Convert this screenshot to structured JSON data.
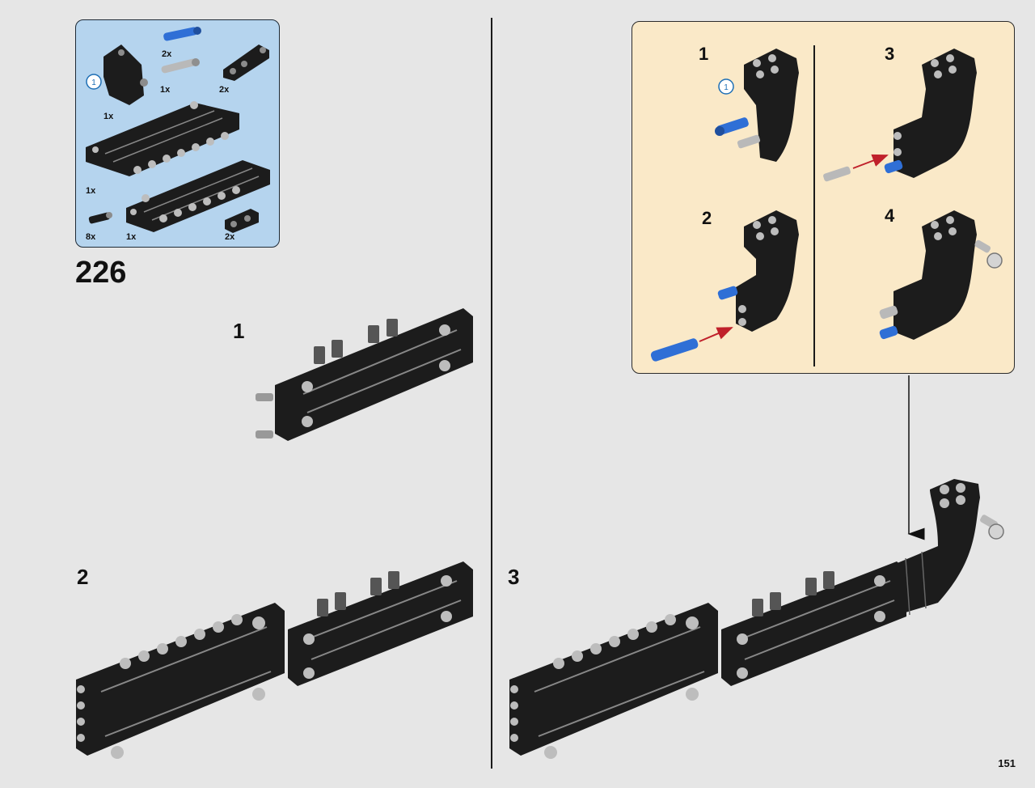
{
  "page": {
    "step_number": "226",
    "page_number": "151"
  },
  "parts_list": {
    "callout_label": "1",
    "quantities": [
      "2x",
      "1x",
      "2x",
      "1x",
      "1x",
      "8x",
      "1x",
      "2x"
    ]
  },
  "steps": {
    "s1": "1",
    "s2": "2",
    "s3": "3"
  },
  "subassembly": {
    "steps": [
      "1",
      "2",
      "3",
      "4"
    ],
    "callout_label": "1"
  },
  "colors": {
    "background": "#e6e6e6",
    "parts_box": "#b5d4ee",
    "subassembly_box": "#fae9c8",
    "brick_black": "#1c1c1c",
    "brick_blue": "#2f6fd6",
    "brick_grey": "#b9b9b9",
    "arrow_red": "#c0212b"
  }
}
